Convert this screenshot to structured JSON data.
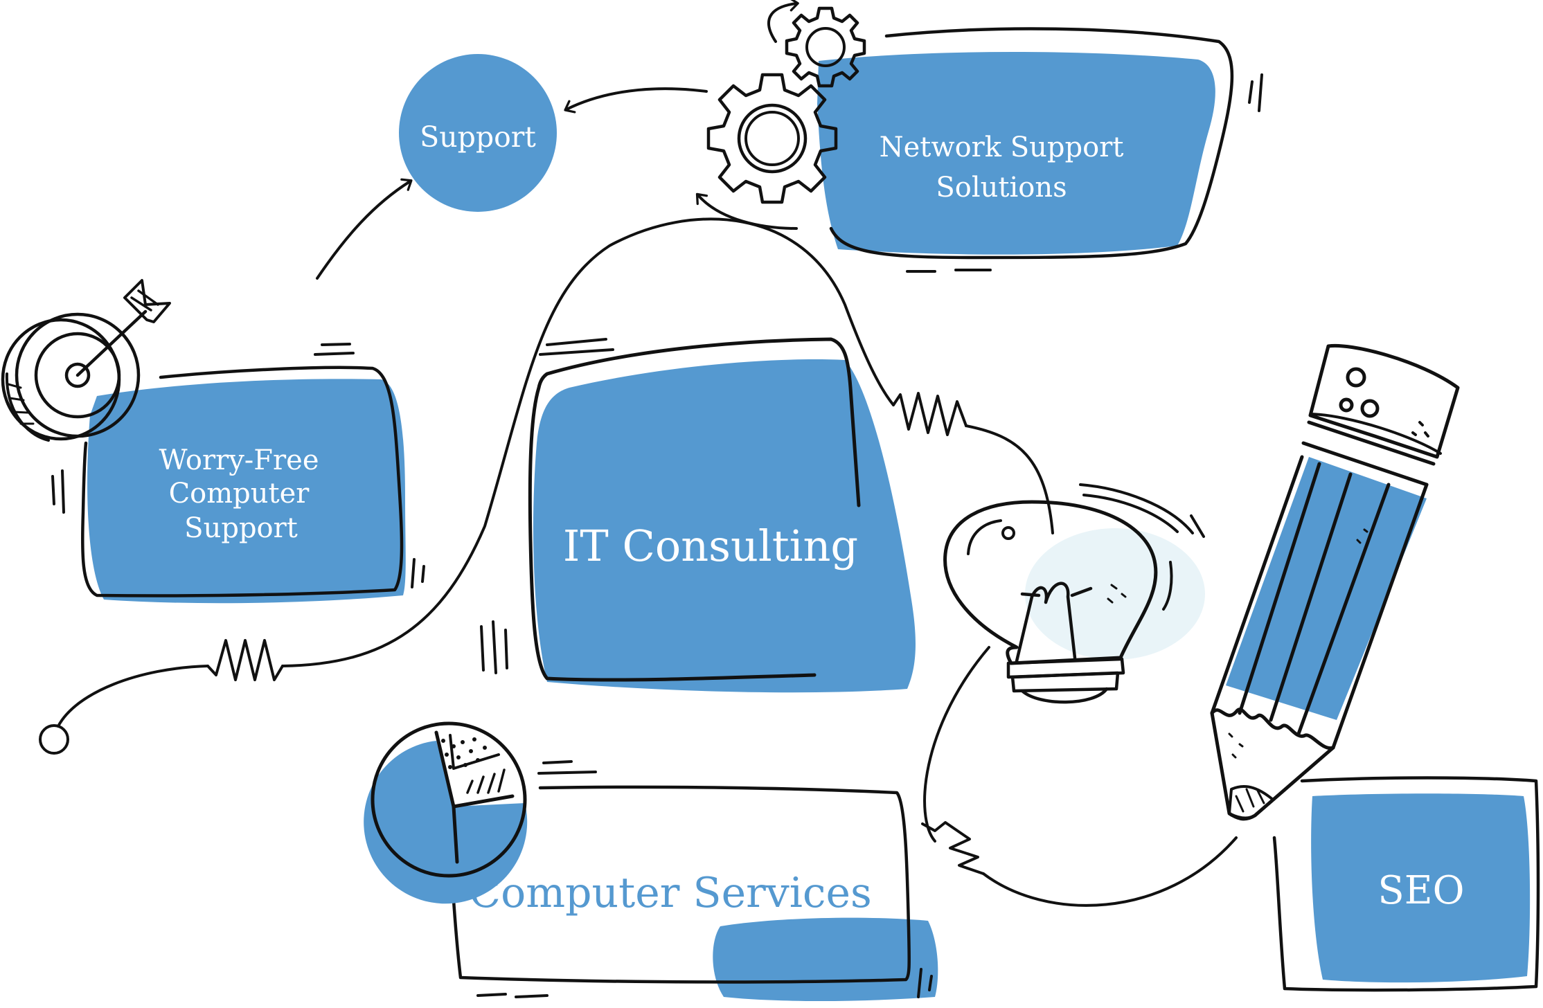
{
  "colors": {
    "accent": "#5599d0",
    "ink": "#111111",
    "label_on_accent": "#ffffff",
    "bulb_glow": "#e9f4f8"
  },
  "nodes": {
    "support": {
      "label": "Support"
    },
    "network": {
      "line1": "Network Support",
      "line2": "Solutions"
    },
    "worry_free": {
      "line1": "Worry-Free",
      "line2": "Computer",
      "line3": "Support"
    },
    "it_consulting": {
      "label": "IT Consulting"
    },
    "computer_services": {
      "label": "Computer Services"
    },
    "seo": {
      "label": "SEO"
    }
  },
  "icons": [
    "target-icon",
    "gears-icon",
    "lightbulb-icon",
    "pencil-icon",
    "pie-chart-icon"
  ]
}
